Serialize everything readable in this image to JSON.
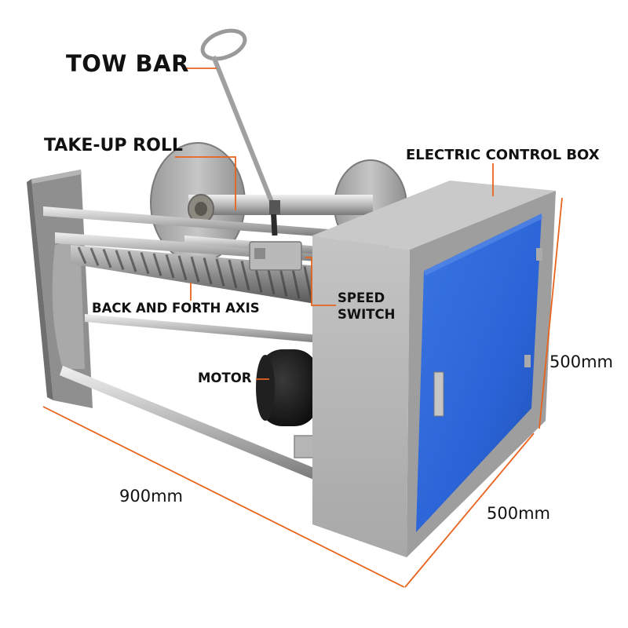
{
  "annotations": {
    "tow_bar": "TOW BAR",
    "take_up_roll": "TAKE-UP ROLL",
    "electric_control_box": "ELECTRIC CONTROL BOX",
    "back_and_forth_axis": "BACK AND FORTH AXIS",
    "speed_switch_line1": "SPEED",
    "speed_switch_line2": "SWITCH",
    "motor": "MOTOR"
  },
  "dimensions": {
    "height": "500mm",
    "width": "900mm",
    "depth": "500mm"
  },
  "colors": {
    "leader_line": "#e8641e",
    "panel_blue": "#2a63d6",
    "metal_gray": "#a6a6a6"
  }
}
